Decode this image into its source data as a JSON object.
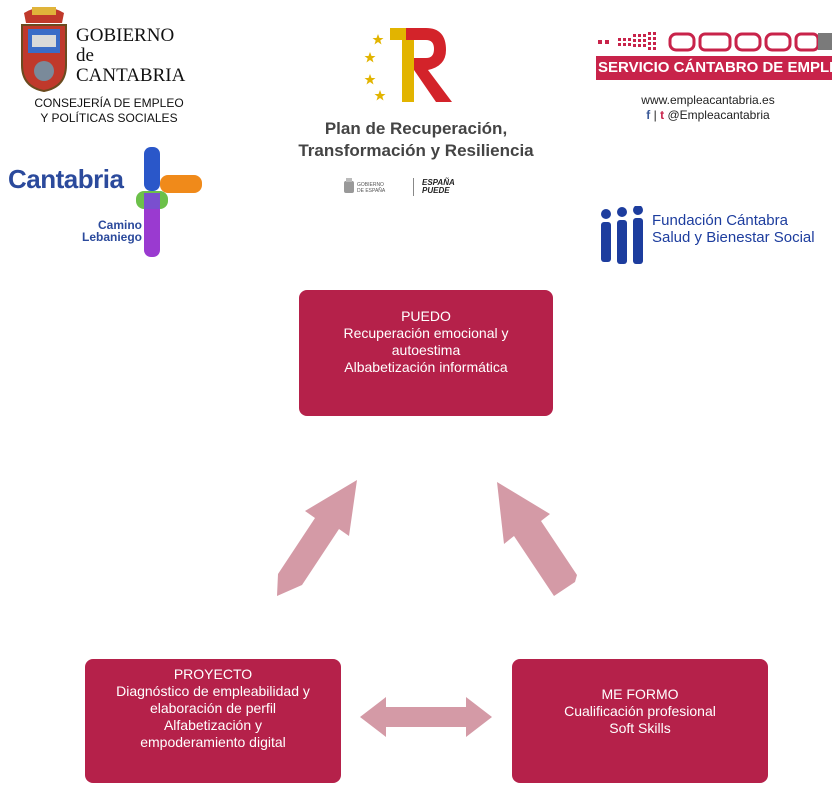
{
  "logos": {
    "gobierno": {
      "line1": "GOBIERNO",
      "line2": "de",
      "line3": "CANTABRIA",
      "sub1": "CONSEJERÍA DE EMPLEO",
      "sub2": "Y POLÍTICAS SOCIALES"
    },
    "plan": {
      "line1": "Plan de Recuperación,",
      "line2": "Transformación y Resiliencia",
      "gov_line1": "GOBIERNO",
      "gov_line2": "DE ESPAÑA",
      "espana1": "ESPAÑA",
      "espana2": "PUEDE"
    },
    "emcan": {
      "title": "SERVICIO CÁNTABRO DE EMPLEO",
      "web": "www.empleacantabria.es",
      "social_f": "f",
      "social_sep": "|",
      "social_t": "t",
      "social_handle": "@Empleacantabria"
    },
    "cantabria": {
      "word": "Cantabria",
      "sub1": "Camino",
      "sub2": "Lebaniego"
    },
    "fundacion": {
      "line1": "Fundación Cántabra",
      "line2": "Salud y Bienestar Social"
    }
  },
  "diagram": {
    "puedo": {
      "title": "PUEDO",
      "item1a": "Recuperación emocional y",
      "item1b": "autoestima",
      "item2": "Albabetización informática"
    },
    "proyecto": {
      "title": "PROYECTO",
      "item1a": "Diagnóstico de empleabilidad y",
      "item1b": "elaboración de perfil",
      "item2a": "Alfabetización y",
      "item2b": "empoderamiento digital"
    },
    "me_formo": {
      "title": "ME FORMO",
      "item1": "Cualificación profesional",
      "item2": "Soft Skills"
    }
  },
  "colors": {
    "box": "#b5214a",
    "arrow": "#d49aa6",
    "emcan": "#c8234a"
  }
}
